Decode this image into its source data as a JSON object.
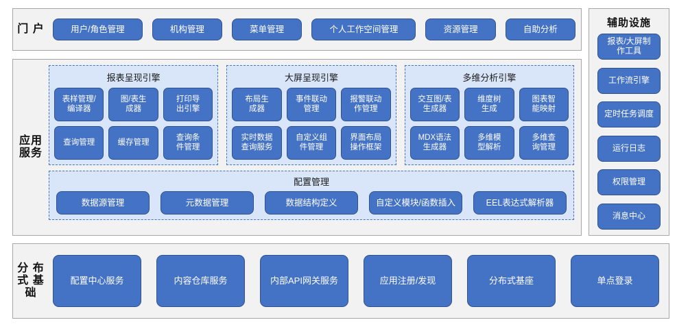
{
  "theme": {
    "button_fill": "#4472c4",
    "button_border": "#2f528f",
    "panel_fill": "#d9e6fa",
    "panel_border": "#4472c4",
    "frame_fill": "#f2f2f2",
    "frame_border": "#a6a6a6",
    "page_background": "#ffffff",
    "button_text": "#ffffff"
  },
  "portal": {
    "label": "门户",
    "label_lines": "门\n户",
    "buttons": [
      "用户/角色管理",
      "机构管理",
      "菜单管理",
      "个人工作空间管理",
      "资源管理",
      "自助分析"
    ]
  },
  "app_services": {
    "label": "应用服务",
    "label_lines": "应用\n服务",
    "engines": [
      {
        "title": "报表呈现引擎",
        "items": [
          "表样管理/\n编译器",
          "图/表生\n成器",
          "打印导\n出引擎",
          "查询管理",
          "缓存管理",
          "查询条\n件管理"
        ]
      },
      {
        "title": "大屏呈现引擎",
        "items": [
          "布局生\n成器",
          "事件联动\n管理",
          "报警联动\n作管理",
          "实时数据\n查询服务",
          "自定义组\n件管理",
          "界面布局\n操作框架"
        ]
      },
      {
        "title": "多维分析引擎",
        "items": [
          "交互图/表\n生成器",
          "维度树\n生成",
          "图表智\n能映射",
          "MDX语法\n生成器",
          "多维模\n型解析",
          "多维查\n询管理"
        ]
      }
    ],
    "config": {
      "title": "配置管理",
      "items": [
        "数据源管理",
        "元数据管理",
        "数据结构定义",
        "自定义模块/函数插入",
        "EEL表达式解析器"
      ]
    }
  },
  "aux": {
    "title": "辅助设施",
    "items": [
      "报表/大屏制\n作工具",
      "工作流引擎",
      "定时任务调度",
      "运行日志",
      "权限管理",
      "消息中心"
    ]
  },
  "distributed_base": {
    "label": "分布式基础",
    "label_lines": "分\n布\n式\n基\n础",
    "items": [
      "配置中心服务",
      "内容仓库服务",
      "内部API网关服务",
      "应用注册/发现",
      "分布式基座",
      "单点登录"
    ]
  }
}
